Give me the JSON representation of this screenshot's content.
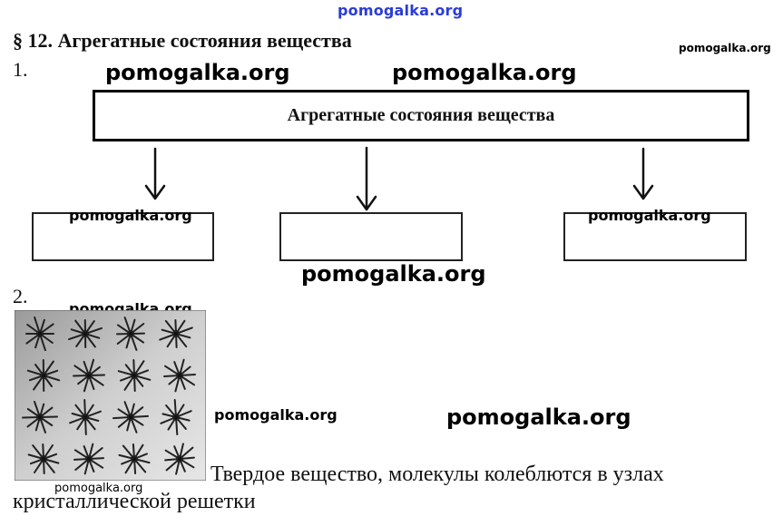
{
  "watermark": "pomogalka.org",
  "heading": "§ 12. Агрегатные состояния вещества",
  "task1": {
    "number": "1.",
    "main_box_label": "Агрегатные состояния вещества"
  },
  "task2": {
    "number": "2.",
    "caption_line1": "Твердое вещество, молекулы колеблются в узлах",
    "caption_line2": "кристаллической решетки"
  }
}
